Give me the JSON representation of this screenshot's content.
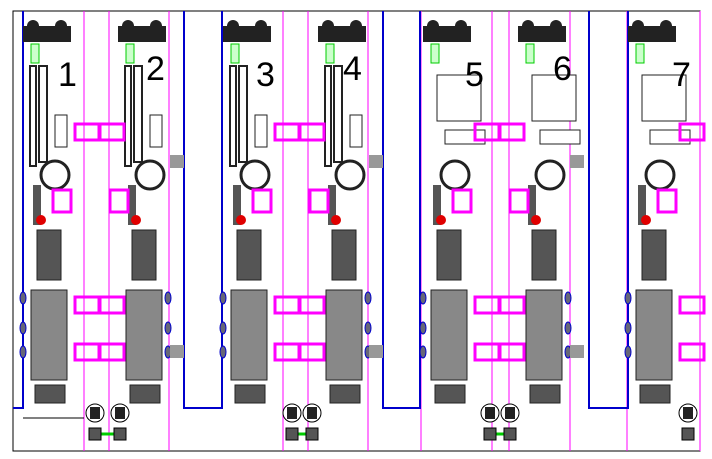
{
  "drawing": {
    "lines": [
      {
        "number": "1"
      },
      {
        "number": "2"
      },
      {
        "number": "3"
      },
      {
        "number": "4"
      },
      {
        "number": "5"
      },
      {
        "number": "6"
      },
      {
        "number": "7"
      }
    ],
    "colors": {
      "machine": "#222222",
      "machine_fill": "#555555",
      "magenta": "#ff00ff",
      "blue": "#0000cc",
      "red": "#e00000",
      "green": "#00cc00",
      "gray_block": "#999999"
    }
  }
}
